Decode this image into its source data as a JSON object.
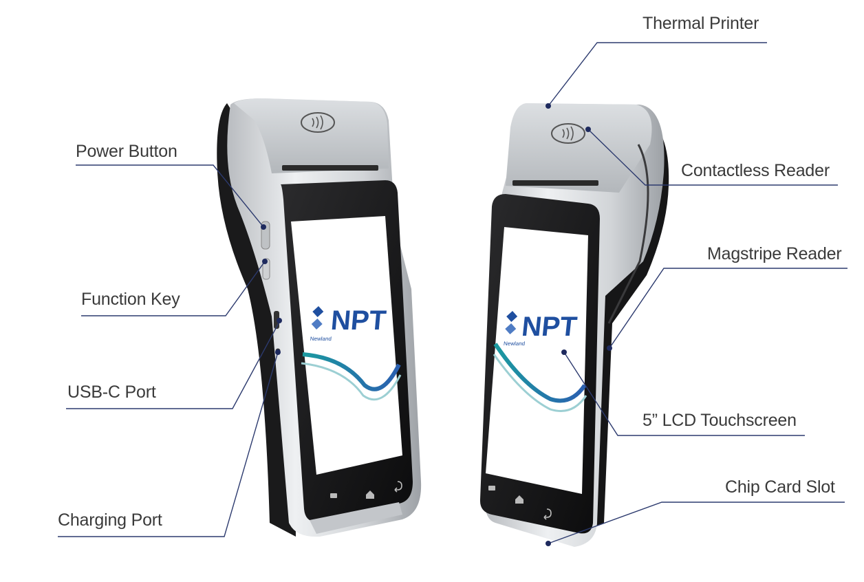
{
  "labels": {
    "power_button": "Power Button",
    "function_key": "Function Key",
    "usb_c_port": "USB-C Port",
    "charging_port": "Charging Port",
    "thermal_printer": "Thermal Printer",
    "contactless_reader": "Contactless Reader",
    "magstripe_reader": "Magstripe Reader",
    "lcd_touchscreen": "5” LCD Touchscreen",
    "chip_card_slot": "Chip Card Slot"
  },
  "screen": {
    "brand": "NPT",
    "brand_small": "Newland"
  },
  "colors": {
    "leader_line": "#2c3a6e",
    "brand_blue": "#1f4fa0",
    "wave_teal": "#28a7a6",
    "label_text": "#3a3a3a"
  }
}
